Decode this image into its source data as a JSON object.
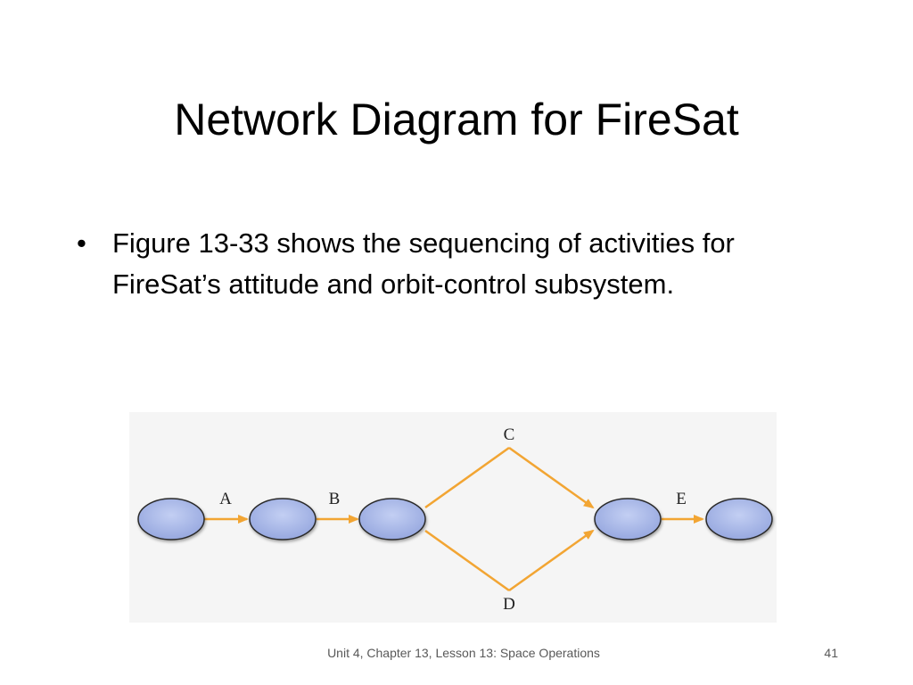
{
  "slide": {
    "title": "Network Diagram for FireSat",
    "bullets": [
      {
        "marker": "•",
        "text": "Figure 13-33 shows the sequencing of activities for FireSat’s attitude and orbit-control subsystem."
      }
    ],
    "footer": "Unit 4, Chapter 13, Lesson 13: Space Operations",
    "page_number": "41"
  },
  "diagram": {
    "node_fill": "#a3b3e6",
    "node_stroke": "#2a2a2a",
    "arrow_color": "#f2a533",
    "background": "#f5f5f5",
    "activity_labels": {
      "A": "A",
      "B": "B",
      "C": "C",
      "D": "D",
      "E": "E"
    }
  }
}
